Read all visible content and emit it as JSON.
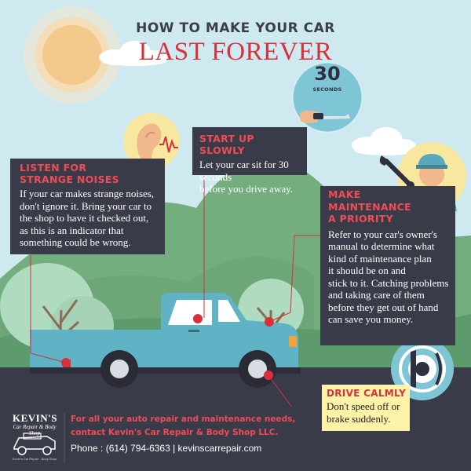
{
  "title": {
    "line1": "HOW TO MAKE YOUR CAR",
    "line2": "LAST FOREVER"
  },
  "tips": {
    "listen": {
      "heading": "LISTEN FOR\nSTRANGE NOISES",
      "body": "If your car makes strange noises,\ndon't ignore it. Bring your car to\nthe shop to have it checked out,\nas this is an indicator that\nsomething could be wrong."
    },
    "start": {
      "heading": "START UP SLOWLY",
      "body": "Let your car sit for 30 seconds\nbefore you drive away."
    },
    "maintenance": {
      "heading": "MAKE\nMAINTENANCE\nA PRIORITY",
      "body": "Refer to your car's owner's\nmanual to determine what\nkind of maintenance plan\nit should be on and\nstick to it. Catching problems\nand taking care of them\nbefore they get out of hand\ncan save you money."
    },
    "drive": {
      "heading": "DRIVE CALMLY",
      "body": "Don't speed off or\nbrake suddenly."
    }
  },
  "timer": {
    "number": "30",
    "unit": "SECONDS"
  },
  "footer": {
    "logo_name": "KEVIN'S",
    "logo_tagline": "Car Repair & Body Shop",
    "logo_small": "Kevin's Car Repair · Body Shop",
    "line1": "For all your auto repair and maintenance needs,",
    "line2": "contact Kevin's Car Repair & Body Shop LLC.",
    "contact": "Phone : (614) 794-6363  |  kevinscarrepair.com"
  },
  "colors": {
    "sky": "#cfe9f1",
    "accent_red": "#d9313b",
    "box_dark": "#393b48",
    "truck": "#5fb3c4",
    "hill": "#74ad7e",
    "road": "#3a3b48",
    "drive_box": "#fbf3a8"
  },
  "icons": [
    "sun-icon",
    "ear-icon",
    "stopwatch-key-icon",
    "mechanic-icon",
    "wrench-icon",
    "brake-disc-icon",
    "truck-icon",
    "tree-icon",
    "cloud-icon",
    "logo-car-icon"
  ]
}
